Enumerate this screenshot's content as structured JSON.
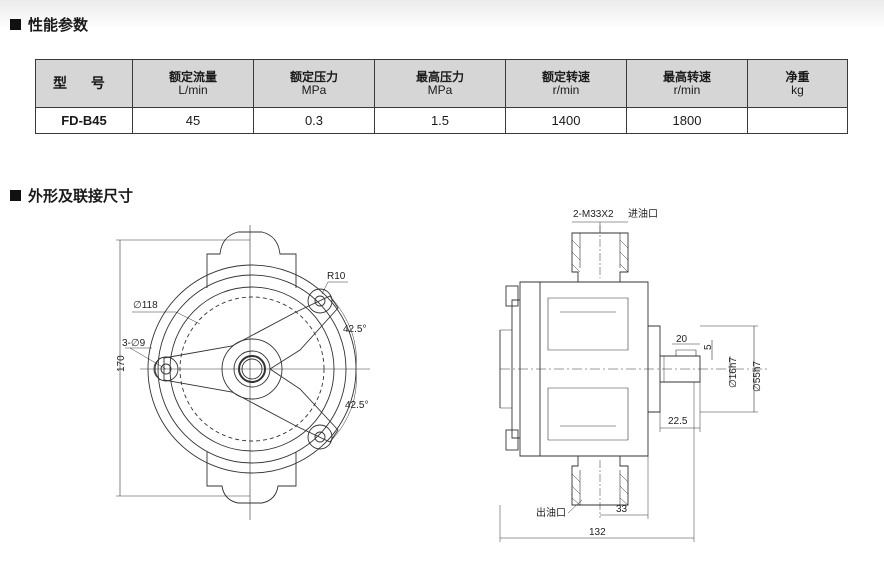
{
  "sections": {
    "performance_title": "性能参数",
    "dimensions_title": "外形及联接尺寸"
  },
  "table": {
    "headers": [
      {
        "cn": "型 号",
        "unit": ""
      },
      {
        "cn": "额定流量",
        "unit": "L/min"
      },
      {
        "cn": "额定压力",
        "unit": "MPa"
      },
      {
        "cn": "最高压力",
        "unit": "MPa"
      },
      {
        "cn": "额定转速",
        "unit": "r/min"
      },
      {
        "cn": "最高转速",
        "unit": "r/min"
      },
      {
        "cn": "净重",
        "unit": "kg"
      }
    ],
    "row": [
      "FD-B45",
      "45",
      "0.3",
      "1.5",
      "1400",
      "1800",
      ""
    ]
  },
  "front_view": {
    "dia_outer": "∅118",
    "holes": "3-∅9",
    "radius": "R10",
    "angle_top": "42.5°",
    "angle_bottom": "42.5°",
    "height": "170"
  },
  "side_view": {
    "thread": "2-M33X2",
    "inlet": "进油口",
    "outlet": "出油口",
    "key_width": "20",
    "key_depth": "5",
    "shaft_dia": "∅16h7",
    "pilot_dia": "∅55h7",
    "shaft_len": "22.5",
    "port_offset": "33",
    "overall_len": "132"
  }
}
